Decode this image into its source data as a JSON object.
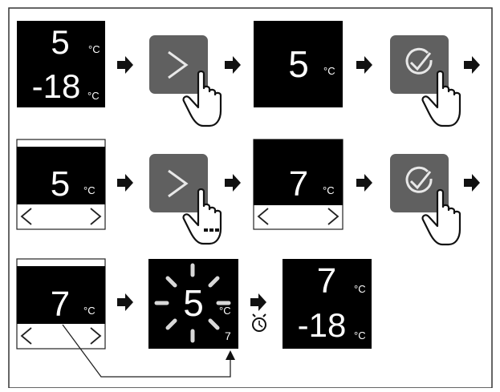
{
  "step1": {
    "display": {
      "fridge_temp": "5",
      "freezer_temp": "-18",
      "fridge_unit": "°C",
      "freezer_unit": "°C"
    },
    "next_button_icon": "chevron-right-icon",
    "display2": {
      "temp": "5",
      "unit": "°C"
    },
    "confirm_button_icon": "check-circle-icon"
  },
  "step2": {
    "display": {
      "temp": "5",
      "unit": "°C"
    },
    "next_button_icon": "chevron-right-icon",
    "next_gesture": "press-and-hold",
    "display2": {
      "temp": "7",
      "unit": "°C"
    },
    "confirm_button_icon": "check-circle-icon"
  },
  "step3": {
    "display": {
      "temp": "7",
      "unit": "°C"
    },
    "blink_display": {
      "temp": "5",
      "unit": "°C",
      "corner_value": "7"
    },
    "timer_icon": "clock-icon",
    "final_display": {
      "fridge_temp": "7",
      "freezer_temp": "-18",
      "fridge_unit": "°C",
      "freezer_unit": "°C"
    }
  }
}
